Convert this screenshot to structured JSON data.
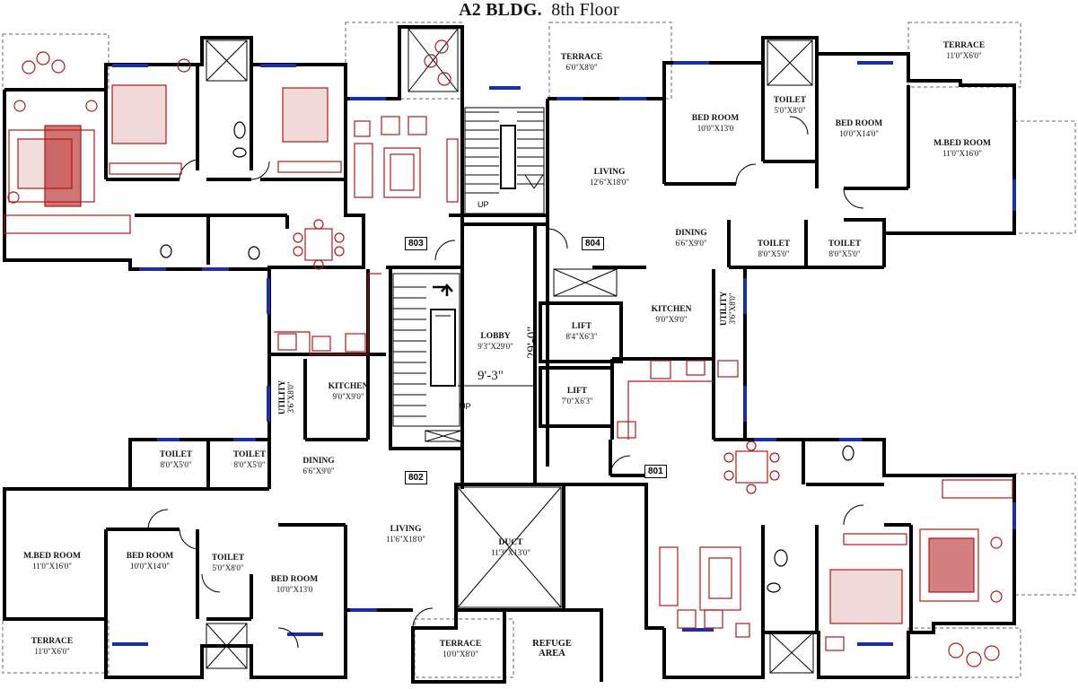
{
  "title": {
    "building": "A2 BLDG.",
    "floor": "8th Floor"
  },
  "flats": [
    "803",
    "804",
    "802",
    "801"
  ],
  "rooms": [
    {
      "id": "terrace-top-center",
      "name": "TERRACE",
      "dims": "6'0\"X8'0\""
    },
    {
      "id": "terrace-top-right",
      "name": "TERRACE",
      "dims": "11'0\"X6'0\""
    },
    {
      "id": "bedroom-804-a",
      "name": "BED ROOM",
      "dims": "10'0\"X13'0"
    },
    {
      "id": "toilet-804-a",
      "name": "TOILET",
      "dims": "5'0\"X8'0\""
    },
    {
      "id": "bedroom-804-b",
      "name": "BED ROOM",
      "dims": "10'0\"X14'0\""
    },
    {
      "id": "mbedroom-804",
      "name": "M.BED ROOM",
      "dims": "11'0\"X16'0\""
    },
    {
      "id": "living-804",
      "name": "LIVING",
      "dims": "12'6\"X18'0\""
    },
    {
      "id": "dining-804",
      "name": "DINING",
      "dims": "6'6\"X9'0\""
    },
    {
      "id": "toilet-804-b",
      "name": "TOILET",
      "dims": "8'0\"X5'0\""
    },
    {
      "id": "toilet-804-c",
      "name": "TOILET",
      "dims": "8'0\"X5'0\""
    },
    {
      "id": "kitchen-804",
      "name": "KITCHEN",
      "dims": "9'0\"X9'0\""
    },
    {
      "id": "lift-1",
      "name": "LIFT",
      "dims": "8'4\"X6'3\""
    },
    {
      "id": "lift-2",
      "name": "LIFT",
      "dims": "7'0\"X6'3\""
    },
    {
      "id": "lobby",
      "name": "LOBBY",
      "dims": "9'3\"X29'0\""
    },
    {
      "id": "kitchen-803",
      "name": "KITCHEN",
      "dims": "9'0\"X9'0\""
    },
    {
      "id": "toilet-802-a",
      "name": "TOILET",
      "dims": "8'0\"X5'0\""
    },
    {
      "id": "toilet-802-b",
      "name": "TOILET",
      "dims": "8'0\"X5'0\""
    },
    {
      "id": "dining-802",
      "name": "DINING",
      "dims": "6'6\"X9'0\""
    },
    {
      "id": "living-802",
      "name": "LIVING",
      "dims": "11'6\"X18'0\""
    },
    {
      "id": "duct",
      "name": "DUCT",
      "dims": "11'3\"X13'0\""
    },
    {
      "id": "mbedroom-802",
      "name": "M.BED ROOM",
      "dims": "11'0\"X16'0\""
    },
    {
      "id": "bedroom-802-a",
      "name": "BED ROOM",
      "dims": "10'0\"X14'0\""
    },
    {
      "id": "toilet-802-c",
      "name": "TOILET",
      "dims": "5'0\"X8'0\""
    },
    {
      "id": "bedroom-802-b",
      "name": "BED ROOM",
      "dims": "10'0\"X13'0"
    },
    {
      "id": "terrace-bottom-left",
      "name": "TERRACE",
      "dims": "11'0\"X6'0\""
    },
    {
      "id": "terrace-bottom-center",
      "name": "TERRACE",
      "dims": "10'0\"X8'0\""
    },
    {
      "id": "refuge-area",
      "name": "REFUGE",
      "dims": "AREA"
    }
  ],
  "utilities": [
    {
      "id": "utility-804",
      "name": "UTILITY",
      "dims": "3'6\"X8'0\""
    },
    {
      "id": "utility-803",
      "name": "UTILITY",
      "dims": "3'6\"X8'0\""
    }
  ],
  "lobby_dimensions": {
    "width": "9'-3\"",
    "length": "29'-0\""
  },
  "stair_labels": {
    "upper": "UP",
    "lower": "UP"
  },
  "colors": {
    "wall": "#000000",
    "furniture": "#b01818",
    "window": "#1a2fa8",
    "terrace_outline": "#9a9a9a"
  }
}
